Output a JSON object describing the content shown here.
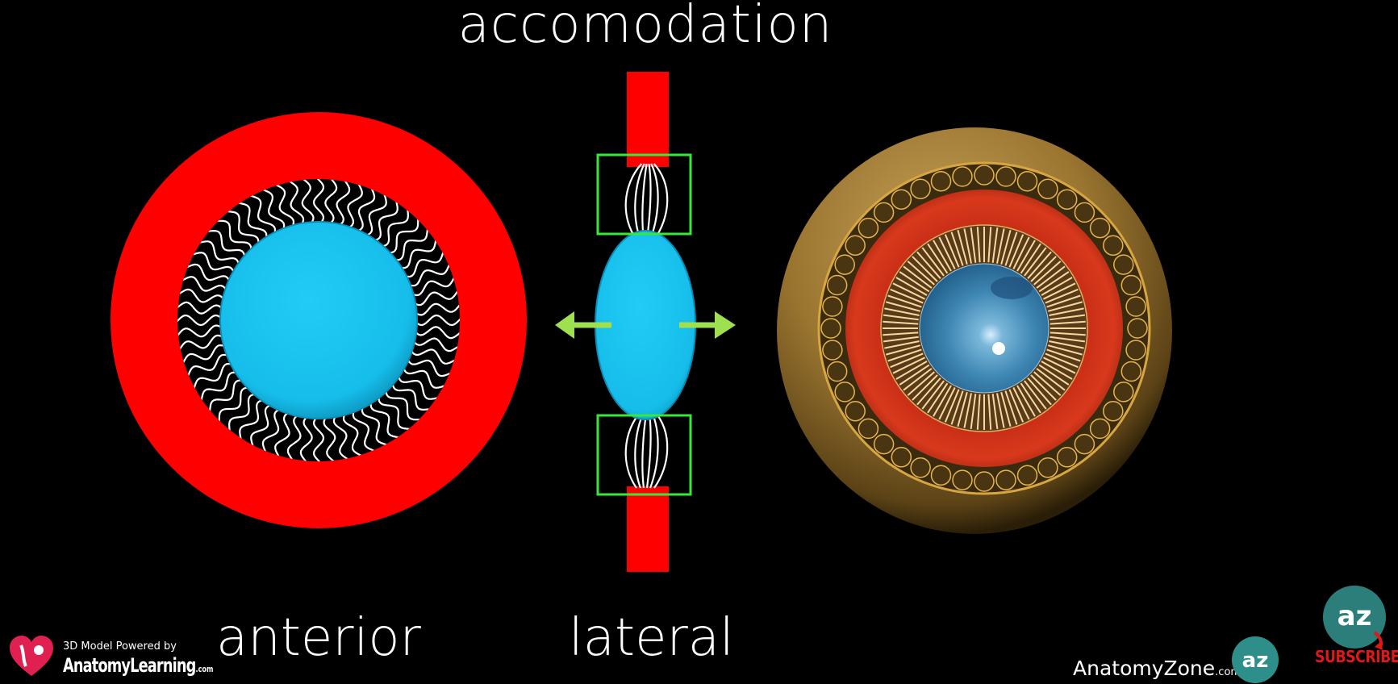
{
  "title": "accomodation",
  "views": {
    "anterior_label": "anterior",
    "lateral_label": "lateral"
  },
  "branding": {
    "model_credit_small": "3D Model Powered by",
    "model_credit_name": "AnatomyLearning",
    "model_credit_domain": ".com",
    "zone_name": "AnatomyZone",
    "zone_domain": ".com",
    "zone_badge_text": "az",
    "subscribe_label": "SUBSCRIBE"
  },
  "colors": {
    "background": "#000000",
    "ciliary_muscle": "#ff0000",
    "lens": "#18c3f0",
    "zonule_fibers": "#ffffff",
    "highlight_box": "#38e838",
    "arrow": "#9ee050",
    "subscribe": "#e01818"
  },
  "icons": [
    "anatomylearning-heart-logo",
    "anatomyzone-badge-icon",
    "subscribe-badge-icon",
    "arrow-left-icon",
    "arrow-right-icon"
  ]
}
